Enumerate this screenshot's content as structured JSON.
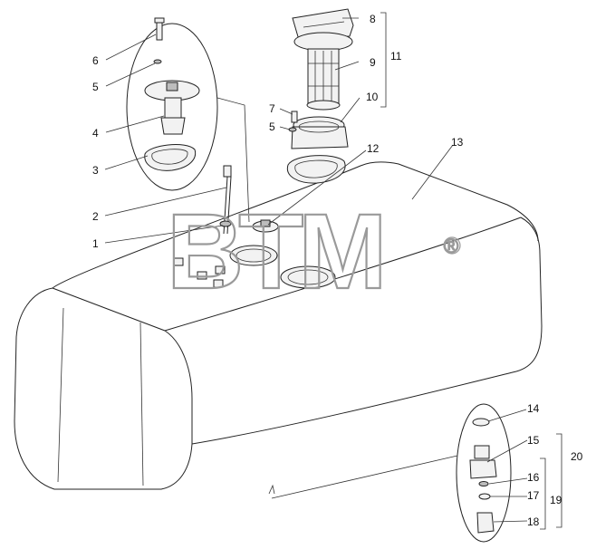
{
  "diagram": {
    "callouts": [
      {
        "id": "c1",
        "label": "1"
      },
      {
        "id": "c2",
        "label": "2"
      },
      {
        "id": "c3",
        "label": "3"
      },
      {
        "id": "c4",
        "label": "4"
      },
      {
        "id": "c5a",
        "label": "5"
      },
      {
        "id": "c5b",
        "label": "5"
      },
      {
        "id": "c6",
        "label": "6"
      },
      {
        "id": "c7",
        "label": "7"
      },
      {
        "id": "c8",
        "label": "8"
      },
      {
        "id": "c9",
        "label": "9"
      },
      {
        "id": "c10",
        "label": "10"
      },
      {
        "id": "c11",
        "label": "11"
      },
      {
        "id": "c12",
        "label": "12"
      },
      {
        "id": "c13",
        "label": "13"
      },
      {
        "id": "c14",
        "label": "14"
      },
      {
        "id": "c15",
        "label": "15"
      },
      {
        "id": "c16",
        "label": "16"
      },
      {
        "id": "c17",
        "label": "17"
      },
      {
        "id": "c18",
        "label": "18"
      },
      {
        "id": "c19",
        "label": "19"
      },
      {
        "id": "c20",
        "label": "20"
      }
    ],
    "watermark": {
      "text": "BTM",
      "mark": "®"
    }
  }
}
